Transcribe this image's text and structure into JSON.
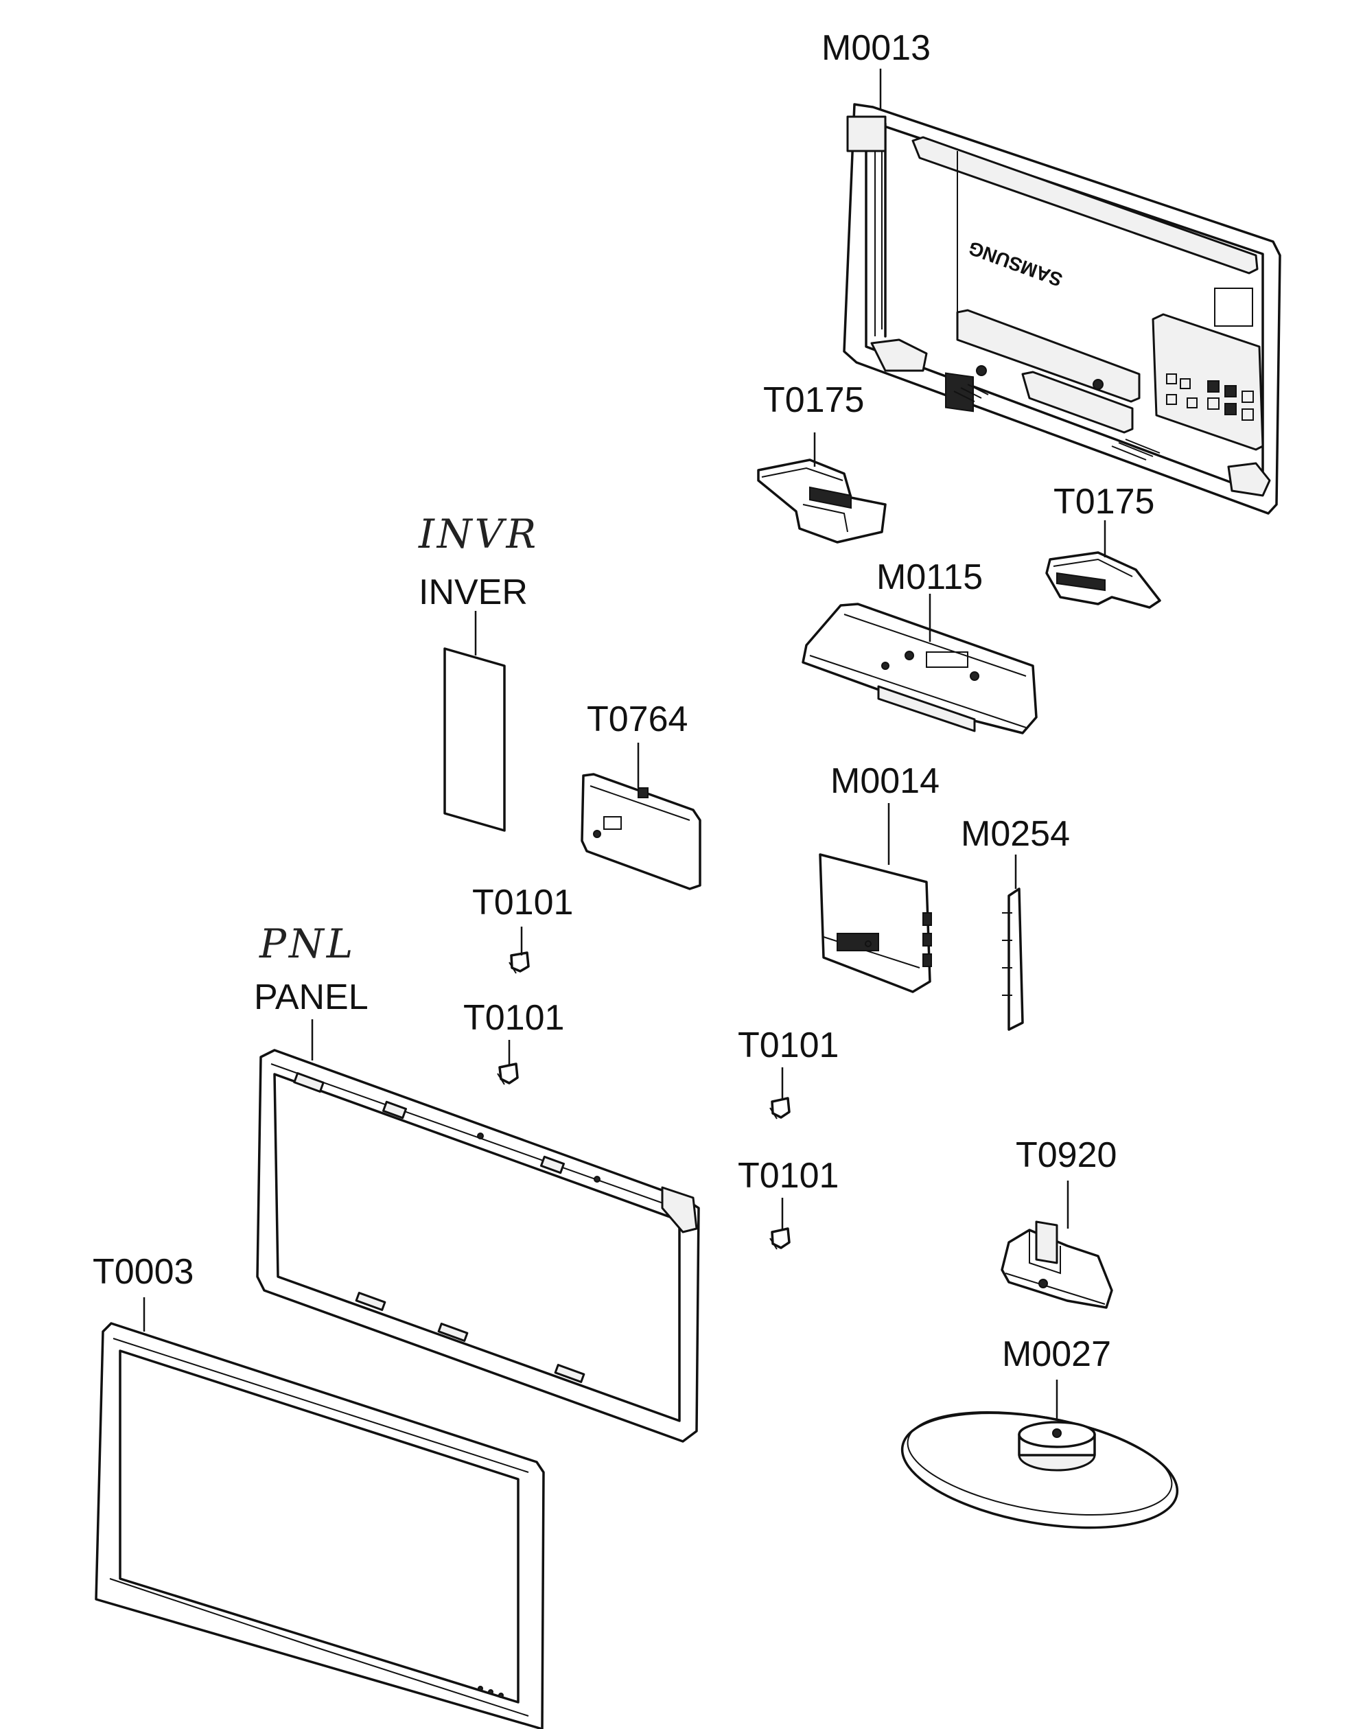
{
  "labels": {
    "m0013": "M0013",
    "t0175_a": "T0175",
    "t0175_b": "T0175",
    "m0115": "M0115",
    "inver": "INVER",
    "invr_note": "INVR",
    "t0764": "T0764",
    "m0014": "M0014",
    "m0254": "M0254",
    "t0101_a": "T0101",
    "t0101_b": "T0101",
    "t0101_c": "T0101",
    "t0101_d": "T0101",
    "pnl_note": "PNL",
    "panel": "PANEL",
    "t0920": "T0920",
    "m0027": "M0027",
    "t0003": "T0003"
  },
  "brand_mark": "SAMSUNG"
}
